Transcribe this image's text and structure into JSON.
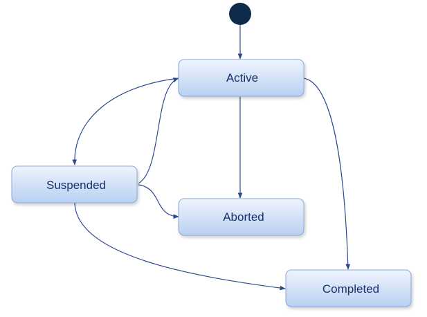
{
  "diagram": {
    "states": {
      "active": "Active",
      "suspended": "Suspended",
      "aborted": "Aborted",
      "completed": "Completed"
    },
    "colors": {
      "initial_node": "#0f2a4a",
      "box_top": "#eef4fd",
      "box_bottom": "#b9d0f1",
      "box_border": "#8aa8d6",
      "edge": "#2b4a8c",
      "label": "#1a2f6e"
    }
  }
}
